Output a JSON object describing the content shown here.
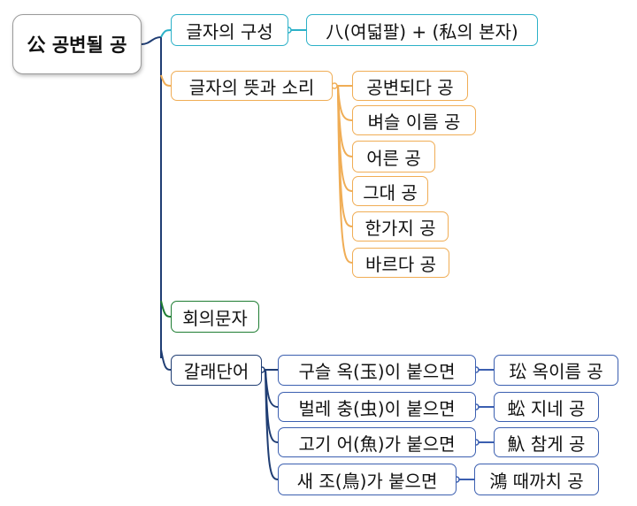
{
  "colors": {
    "root_border": "#9a9a9a",
    "composition": "#2cb1c8",
    "meaning": "#f0ad55",
    "category": "#1e7d32",
    "words": "#1f3d73",
    "word_leaf": "#3b5fb0"
  },
  "diagram": {
    "root": {
      "label": "公 공변될 공"
    },
    "composition": {
      "label": "글자의 구성",
      "child": "八(여덟팔) + (私의 본자)"
    },
    "meaning": {
      "label": "글자의 뜻과 소리",
      "children": [
        "공변되다 공",
        "벼슬 이름 공",
        "어른 공",
        "그대 공",
        "한가지 공",
        "바르다 공"
      ]
    },
    "category": {
      "label": "회의문자"
    },
    "words": {
      "label": "갈래단어",
      "children": [
        {
          "label": "구슬 옥(玉)이 붙으면",
          "result": "玜 옥이름 공"
        },
        {
          "label": "벌레 충(虫)이 붙으면",
          "result": "蚣 지네 공"
        },
        {
          "label": "고기 어(魚)가 붙으면",
          "result": "魞 참게 공"
        },
        {
          "label": "새 조(鳥)가 붙으면",
          "result": "鴻 때까치 공"
        }
      ]
    }
  }
}
